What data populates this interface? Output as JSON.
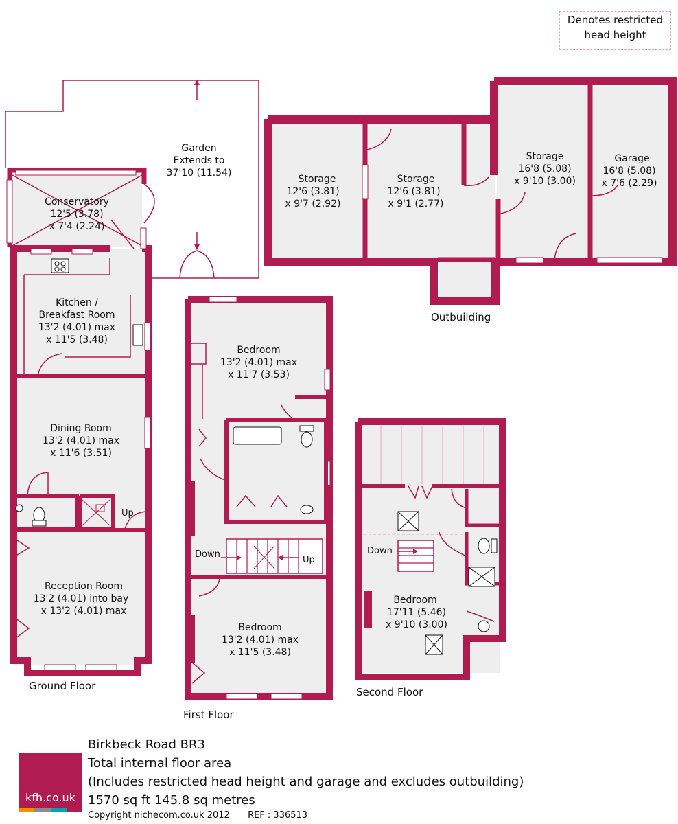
{
  "legend": {
    "line1": "Denotes restricted",
    "line2": "head height"
  },
  "floors": {
    "ground": "Ground Floor",
    "first": "First Floor",
    "second": "Second Floor",
    "outbuilding": "Outbuilding"
  },
  "rooms": {
    "conservatory": [
      "Conservatory",
      "12'5 (3.78)",
      "x 7'4 (2.24)"
    ],
    "garden": [
      "Garden",
      "Extends to",
      "37'10 (11.54)"
    ],
    "kitchen": [
      "Kitchen /",
      "Breakfast Room",
      "13'2 (4.01) max",
      "x 11'5 (3.48)"
    ],
    "dining": [
      "Dining Room",
      "13'2 (4.01) max",
      "x 11'6 (3.51)"
    ],
    "reception": [
      "Reception Room",
      "13'2 (4.01) into bay",
      "x 13'2 (4.01) max"
    ],
    "bedroom1": [
      "Bedroom",
      "13'2 (4.01) max",
      "x 11'7 (3.53)"
    ],
    "bedroom2": [
      "Bedroom",
      "13'2 (4.01) max",
      "x 11'5 (3.48)"
    ],
    "bedroom3": [
      "Bedroom",
      "17'11 (5.46)",
      "x 9'10 (3.00)"
    ],
    "storage1": [
      "Storage",
      "12'6 (3.81)",
      "x 9'7 (2.92)"
    ],
    "storage2": [
      "Storage",
      "12'6 (3.81)",
      "x 9'1 (2.77)"
    ],
    "storage3": [
      "Storage",
      "16'8 (5.08)",
      "x 9'10 (3.00)"
    ],
    "garage": [
      "Garage",
      "16'8 (5.08)",
      "x 7'6 (2.29)"
    ]
  },
  "stairs": {
    "up": "Up",
    "down": "Down"
  },
  "property": {
    "address": "Birkbeck Road BR3",
    "area_title": "Total internal floor area",
    "area_note": "(Includes restricted head height and garage and excludes outbuilding)",
    "area_value": "1570 sq ft 145.8 sq metres",
    "copyright": "Copyright nichecom.co.uk 2012",
    "ref": "REF : 336513"
  },
  "logo": {
    "text": "kfh.co.uk",
    "bar_colors": [
      "#f29100",
      "#8c8c8c",
      "#00a5b5",
      "#b01c4f"
    ]
  },
  "colors": {
    "wall": "#b01c4f",
    "floor": "#eeeeee"
  }
}
